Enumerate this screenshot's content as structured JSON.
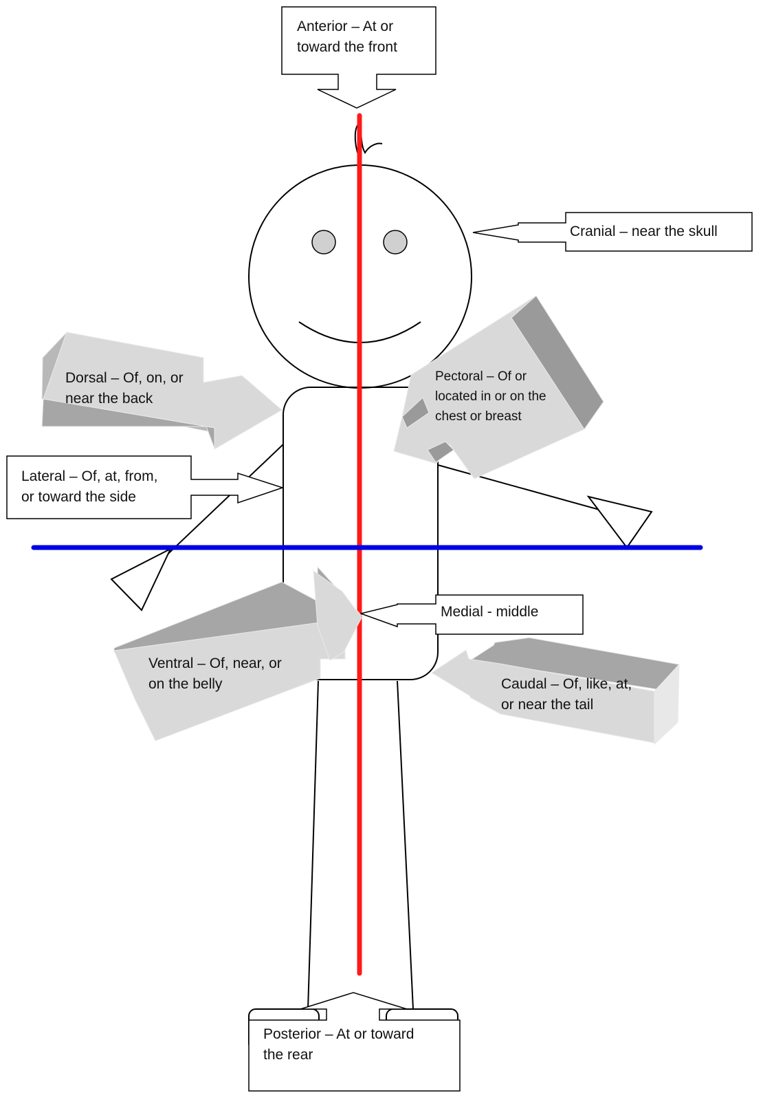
{
  "labels": {
    "anterior": [
      "Anterior – At or",
      "toward the front"
    ],
    "cranial": [
      "Cranial – near the skull"
    ],
    "dorsal": [
      "Dorsal – Of, on, or",
      "near the back"
    ],
    "pectoral": [
      "Pectoral – Of or",
      "located in or on the",
      "chest or breast"
    ],
    "lateral": [
      "Lateral – Of, at, from,",
      "or toward the side"
    ],
    "medial": [
      "Medial - middle"
    ],
    "ventral": [
      "Ventral – Of, near, or",
      "on the belly"
    ],
    "caudal": [
      "Caudal – Of, like, at,",
      "or near the tail"
    ],
    "posterior": [
      "Posterior – At or toward",
      "the rear"
    ]
  },
  "colors": {
    "midline": "#ff1a1a",
    "transverse": "#0000e6",
    "outline": "#000000",
    "eye": "#d0d0d0",
    "arrow_light": "#d6d6d6",
    "arrow_dark": "#9a9a9a"
  }
}
